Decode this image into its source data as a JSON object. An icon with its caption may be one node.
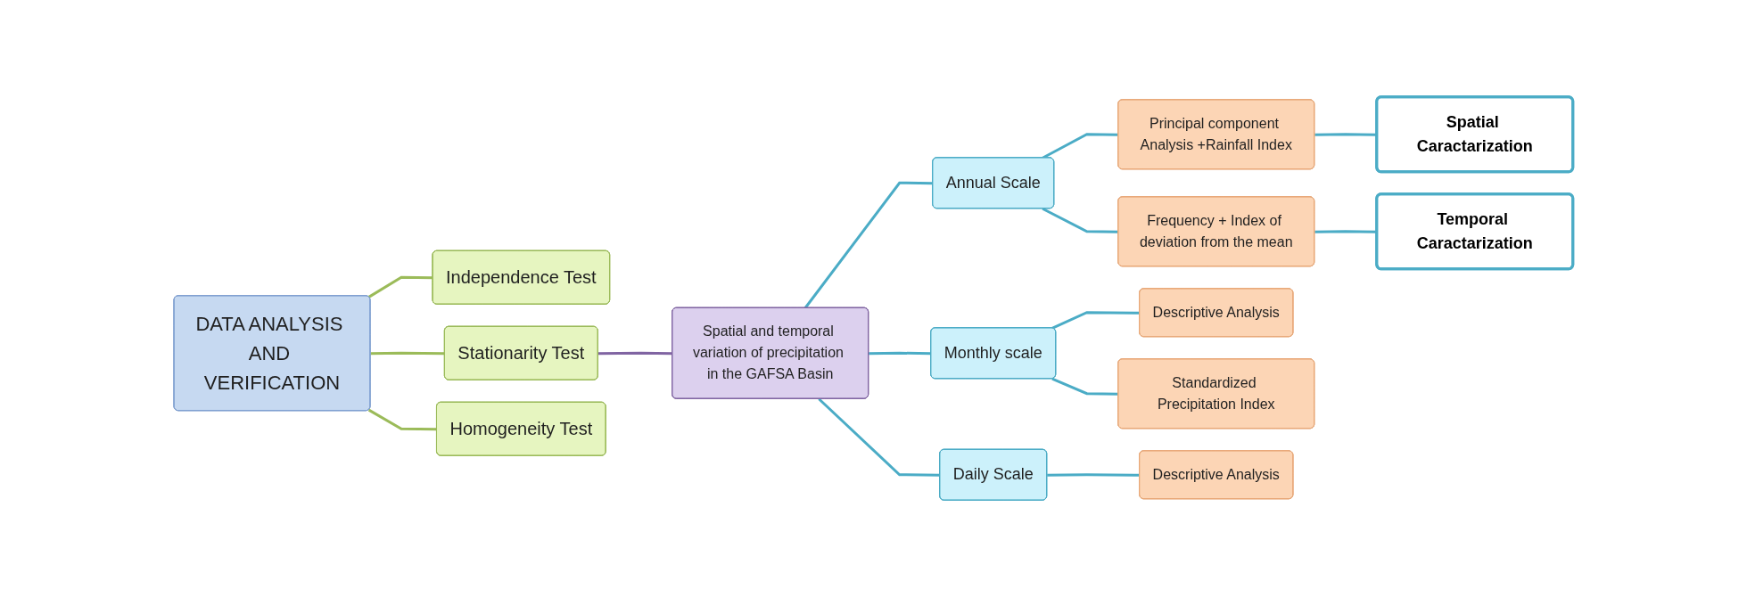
{
  "diagram": {
    "nodes": [
      {
        "text": [
          "DATA ANALYSIS AND VERIFICATION"
        ]
      },
      {
        "text": [
          "Independence Test"
        ]
      },
      {
        "text": [
          "Stationarity Test"
        ]
      },
      {
        "text": [
          "Homogeneity Test"
        ]
      },
      {
        "text": [
          "Spatial and temporal variation of precipitation in the GAFSA Basin"
        ]
      },
      {
        "text": [
          "Annual Scale"
        ]
      },
      {
        "text": [
          "Monthly scale"
        ]
      },
      {
        "text": [
          "Daily Scale"
        ]
      },
      {
        "text": [
          "Principal component Analysis +Rainfall Index"
        ]
      },
      {
        "text": [
          "Frequency + Index of deviation from the mean"
        ]
      },
      {
        "text": [
          "Descriptive Analysis"
        ]
      },
      {
        "text": [
          "Standardized Precipitation Index"
        ]
      },
      {
        "text": [
          "Descriptive Analysis"
        ]
      },
      {
        "text": [
          "Spatial Caractarization"
        ]
      },
      {
        "text": [
          "Temporal Caractarization"
        ]
      }
    ],
    "edges": [
      {
        "from": 0,
        "to": 1,
        "arrow": "none",
        "color": "#9bbb59"
      },
      {
        "from": 0,
        "to": 2,
        "arrow": "none",
        "color": "#9bbb59"
      },
      {
        "from": 0,
        "to": 3,
        "arrow": "none",
        "color": "#9bbb59"
      },
      {
        "from": 2,
        "to": 4,
        "arrow": "none",
        "color": "#8064a2"
      },
      {
        "from": 4,
        "to": 5,
        "arrow": "none"
      },
      {
        "from": 4,
        "to": 6,
        "arrow": "none"
      },
      {
        "from": 4,
        "to": 7,
        "arrow": "none"
      },
      {
        "from": 5,
        "to": 8,
        "arrow": "none"
      },
      {
        "from": 5,
        "to": 9,
        "arrow": "none"
      },
      {
        "from": 6,
        "to": 10,
        "arrow": "none"
      },
      {
        "from": 6,
        "to": 11,
        "arrow": "none"
      },
      {
        "from": 7,
        "to": 12,
        "arrow": "none"
      },
      {
        "from": 8,
        "to": 13,
        "arrow": "none"
      },
      {
        "from": 9,
        "to": 14,
        "arrow": "none"
      }
    ]
  }
}
